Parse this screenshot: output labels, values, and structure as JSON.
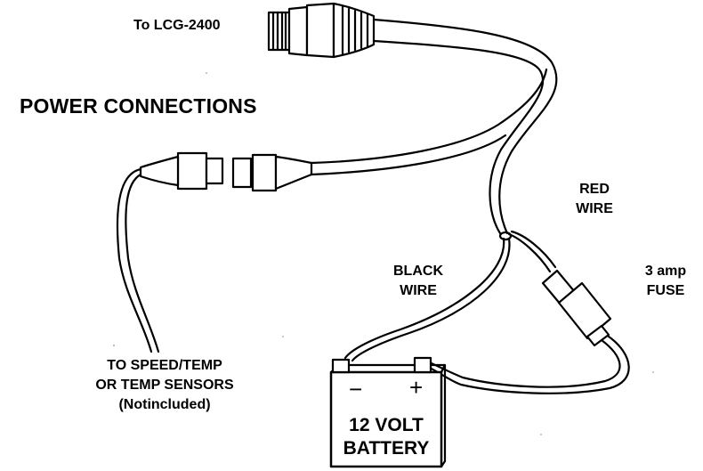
{
  "labels": {
    "to_lcg": "To LCG-2400",
    "title": "POWER CONNECTIONS",
    "red_wire": [
      "RED",
      "WIRE"
    ],
    "black_wire": [
      "BLACK",
      "WIRE"
    ],
    "fuse": [
      "3 amp",
      "FUSE"
    ],
    "sensors": [
      "TO SPEED/TEMP",
      "OR TEMP SENSORS",
      "(Notincluded)"
    ],
    "battery": [
      "12 VOLT",
      "BATTERY"
    ],
    "minus": "−",
    "plus": "+"
  }
}
